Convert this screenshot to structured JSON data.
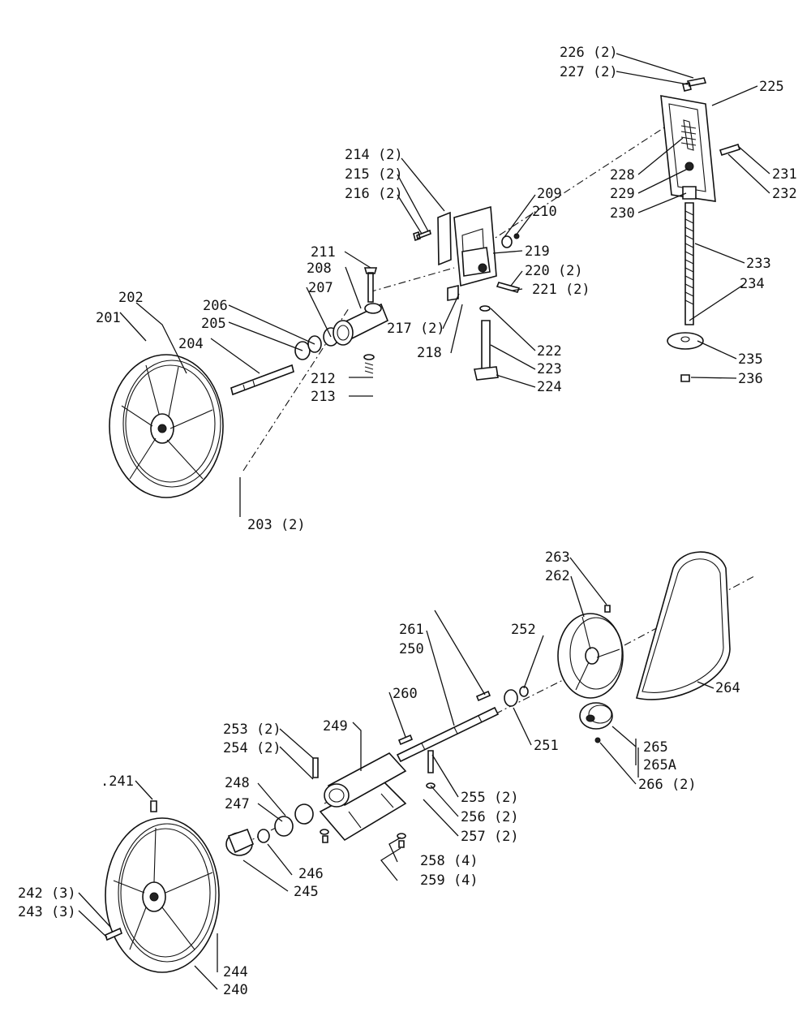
{
  "colors": {
    "line": "#111111",
    "background": "#ffffff"
  },
  "labels": {
    "p201": "201",
    "p202": "202",
    "p203": "203 (2)",
    "p204": "204",
    "p205": "205",
    "p206": "206",
    "p207": "207",
    "p208": "208",
    "p209": "209",
    "p210": "210",
    "p211": "211",
    "p212": "212",
    "p213": "213",
    "p214": "214 (2)",
    "p215": "215 (2)",
    "p216": "216 (2)",
    "p217": "217 (2)",
    "p218": "218",
    "p219": "219",
    "p220": "220 (2)",
    "p221": "221 (2)",
    "p222": "222",
    "p223": "223",
    "p224": "224",
    "p225": "225",
    "p226": "226 (2)",
    "p227": "227 (2)",
    "p228": "228",
    "p229": "229",
    "p230": "230",
    "p231": "231",
    "p232": "232",
    "p233": "233",
    "p234": "234",
    "p235": "235",
    "p236": "236",
    "p240": "240",
    "p241": ".241",
    "p242": "242 (3)",
    "p243": "243 (3)",
    "p244": "244",
    "p245": "245",
    "p246": "246",
    "p247": "247",
    "p248": "248",
    "p249": "249",
    "p250": "250",
    "p251": "251",
    "p252": "252",
    "p253": "253 (2)",
    "p254": "254 (2)",
    "p255": "255 (2)",
    "p256": "256 (2)",
    "p257": "257 (2)",
    "p258": "258 (4)",
    "p259": "259 (4)",
    "p260": "260",
    "p261": "261",
    "p262": "262",
    "p263": "263",
    "p264": "264",
    "p265": "265",
    "p265a": "265A",
    "p266": "266 (2)"
  }
}
